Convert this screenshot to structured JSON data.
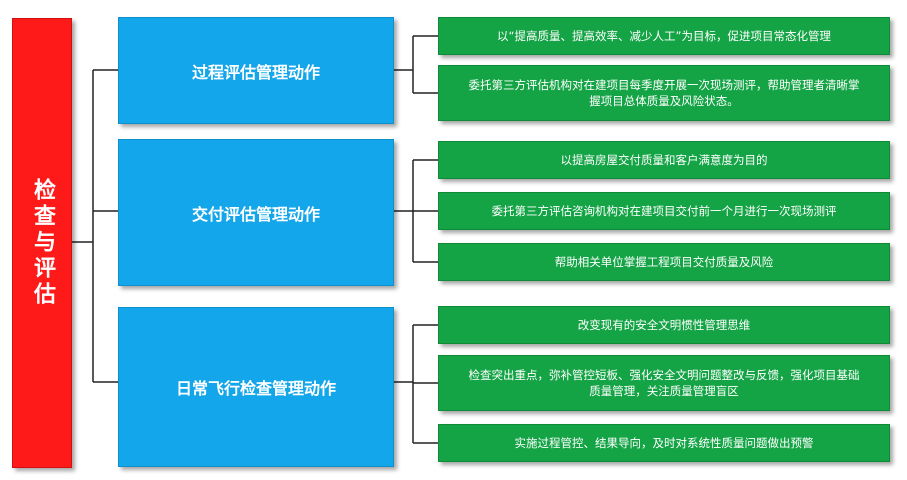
{
  "root": {
    "label": "检查与评估"
  },
  "categories": [
    {
      "label": "过程评估管理动作",
      "items": [
        "以“提高质量、提高效率、减少人工”为目标，促进项目常态化管理",
        "委托第三方评估机构对在建项目每季度开展一次现场测评，帮助管理者清晰掌握项目总体质量及风险状态。"
      ]
    },
    {
      "label": "交付评估管理动作",
      "items": [
        "以提高房屋交付质量和客户满意度为目的",
        "委托第三方评估咨询机构对在建项目交付前一个月进行一次现场测评",
        "帮助相关单位掌握工程项目交付质量及风险"
      ]
    },
    {
      "label": "日常飞行检查管理动作",
      "items": [
        "改变现有的安全文明惯性管理思维",
        "检查突出重点，弥补管控短板、强化安全文明问题整改与反馈，强化项目基础质量管理，关注质量管理盲区",
        "实施过程管控、结果导向，及时对系统性质量问题做出预警"
      ]
    }
  ],
  "colors": {
    "root": "#ff1a1a",
    "category": "#14a6ea",
    "item": "#14a446",
    "connector": "#222222"
  }
}
